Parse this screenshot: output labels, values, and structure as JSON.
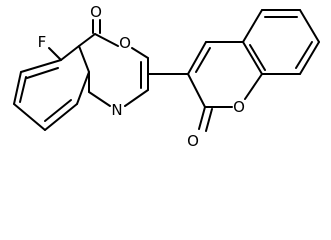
{
  "molecule": {
    "atoms": {
      "fluorine": "F",
      "benzoxazinone_carbonyl_oxygen": "O",
      "benzoxazinone_ring_oxygen": "O",
      "benzoxazinone_ring_nitrogen": "N",
      "coumarin_ring_oxygen": "O",
      "coumarin_carbonyl_oxygen": "O"
    }
  }
}
